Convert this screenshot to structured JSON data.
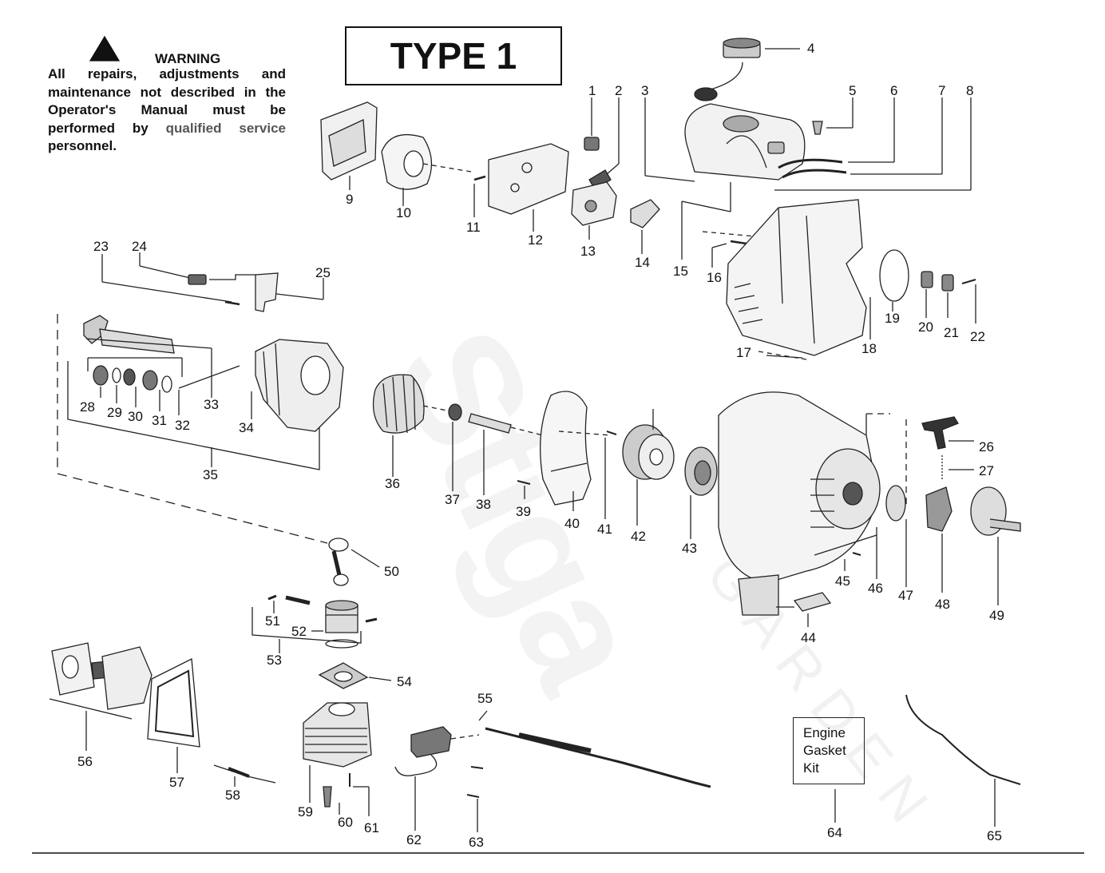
{
  "warning": {
    "title": "WARNING",
    "body_main": "All repairs, adjustments and maintenance not described in the Operator's Manual must be performed by",
    "body_qualified": "qualified service",
    "body_end": "personnel."
  },
  "type_label": "TYPE 1",
  "kit": {
    "line1": "Engine",
    "line2": "Gasket",
    "line3": "Kit"
  },
  "watermark": {
    "brand": "Stiga",
    "sub": "GARDEN"
  },
  "part_numbers": [
    "1",
    "2",
    "3",
    "4",
    "5",
    "6",
    "7",
    "8",
    "9",
    "10",
    "11",
    "12",
    "13",
    "14",
    "15",
    "16",
    "17",
    "18",
    "19",
    "20",
    "21",
    "22",
    "23",
    "24",
    "25",
    "26",
    "27",
    "28",
    "29",
    "30",
    "31",
    "32",
    "33",
    "34",
    "35",
    "36",
    "37",
    "38",
    "39",
    "40",
    "41",
    "42",
    "43",
    "44",
    "45",
    "46",
    "47",
    "48",
    "49",
    "50",
    "51",
    "52",
    "53",
    "54",
    "55",
    "56",
    "57",
    "58",
    "59",
    "60",
    "61",
    "62",
    "63",
    "64",
    "65"
  ]
}
